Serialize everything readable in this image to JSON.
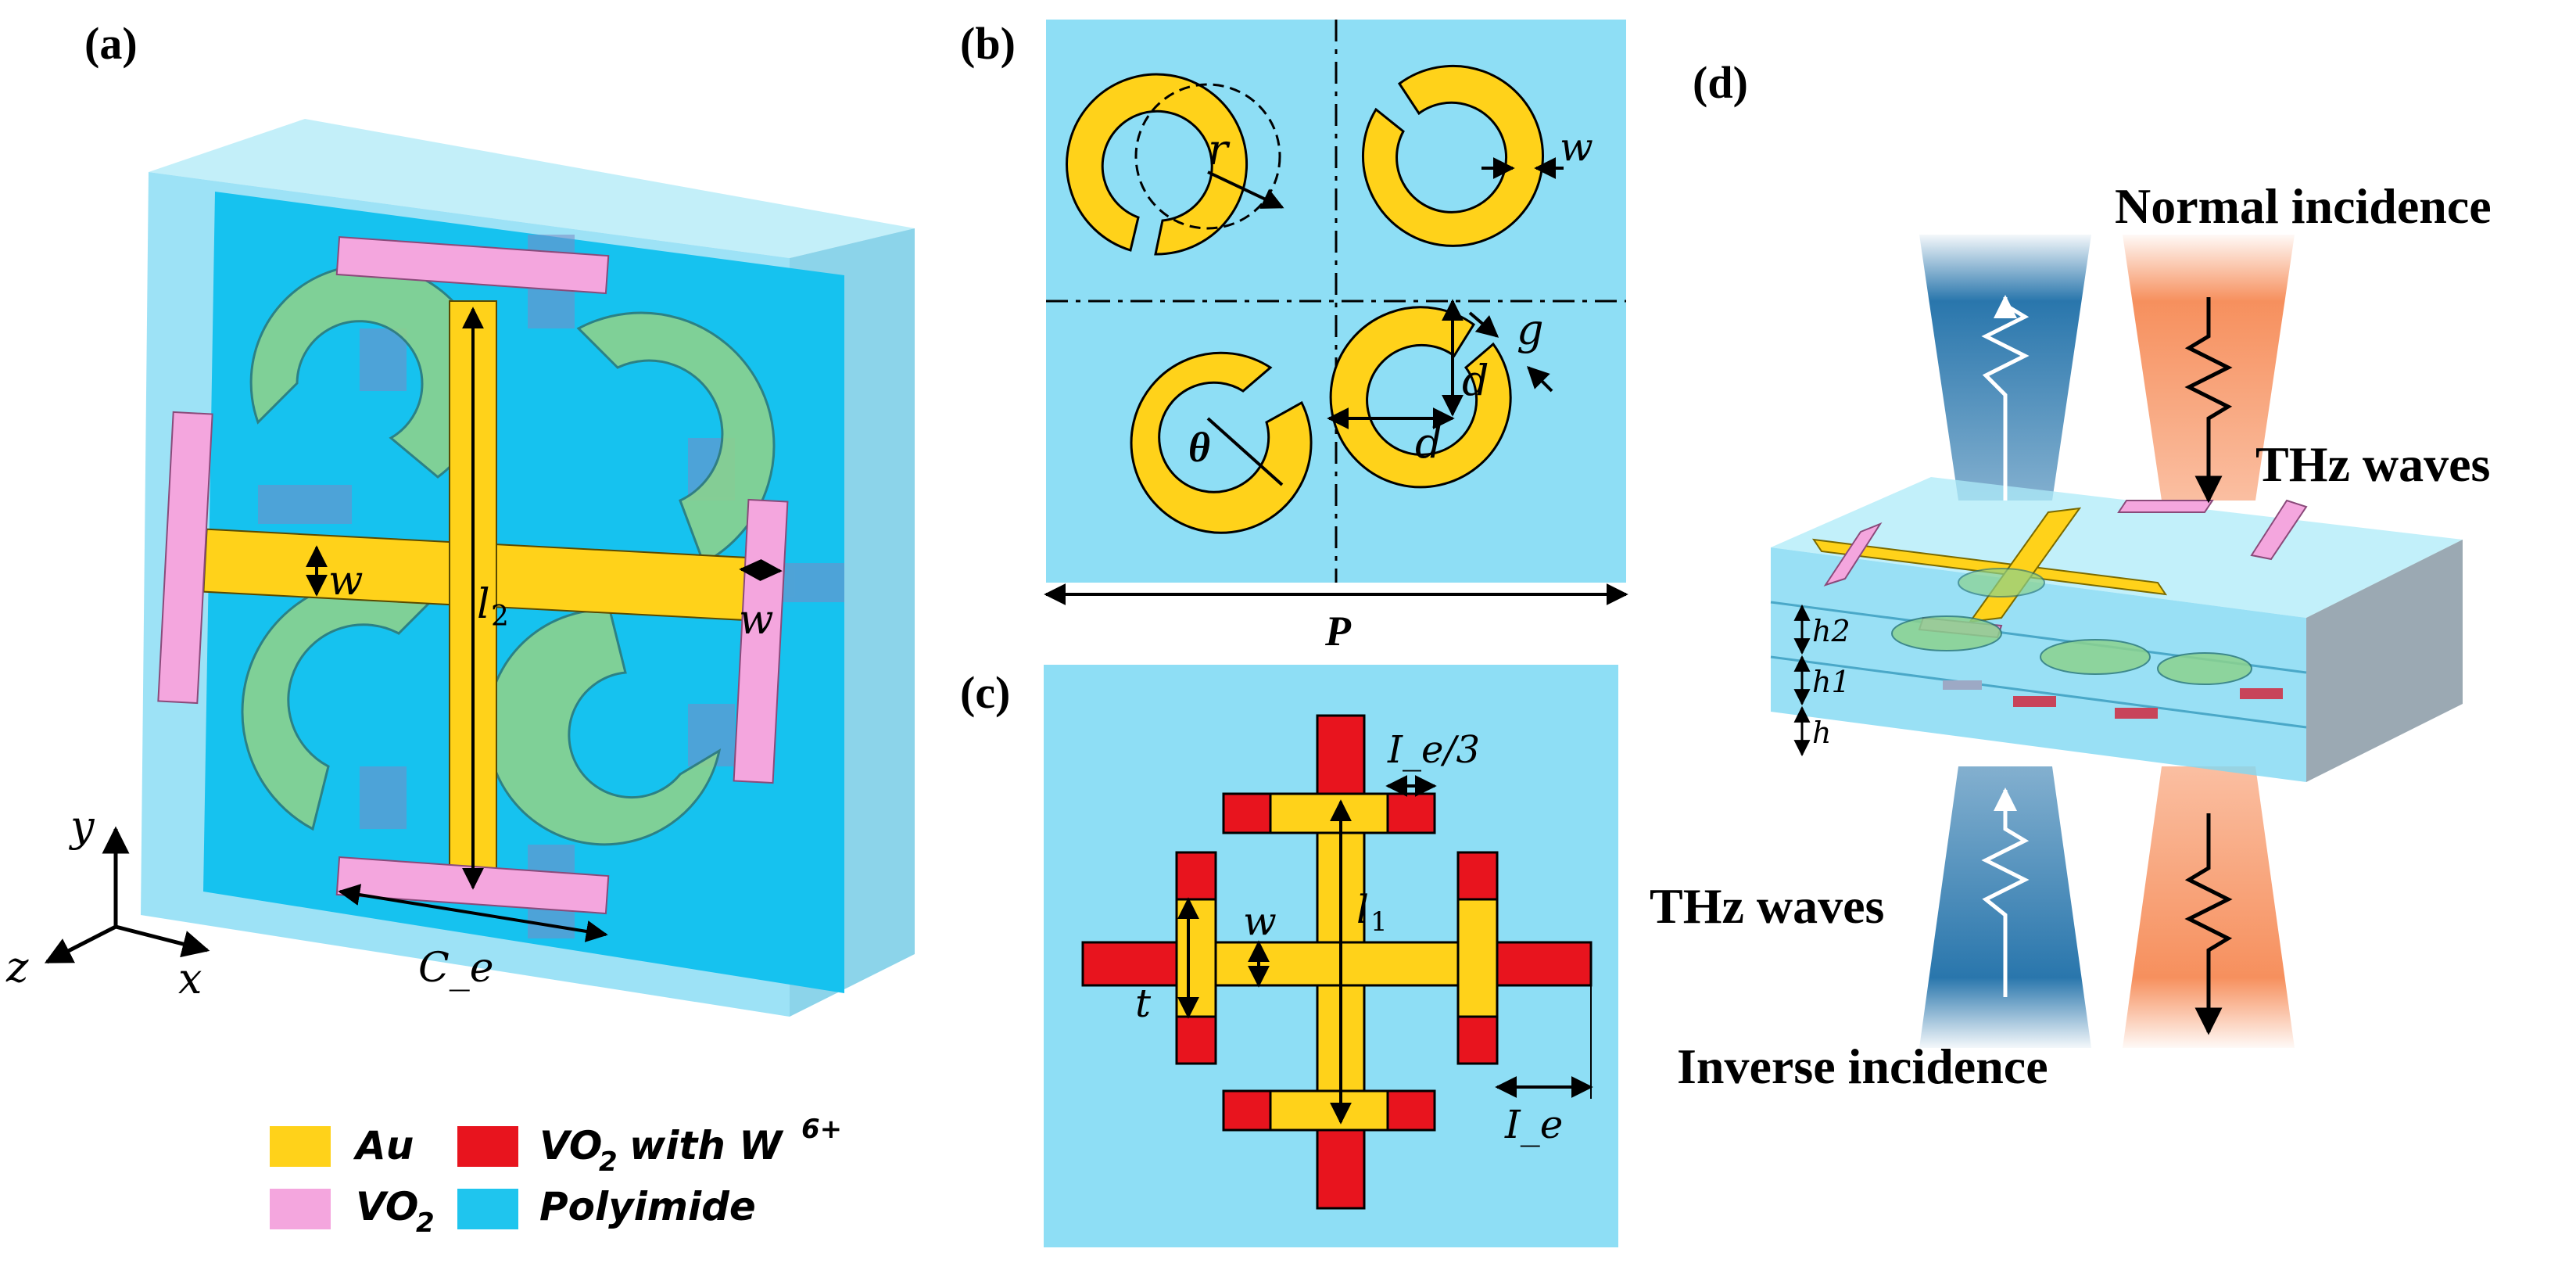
{
  "panels": {
    "a": "(a)",
    "b": "(b)",
    "c": "(c)",
    "d": "(d)"
  },
  "panel_a": {
    "w_top": "w",
    "w_right": "w",
    "l2": "l",
    "l2_sub": "2",
    "ce": "C_e",
    "axis_y": "y",
    "axis_x": "x",
    "axis_z": "z"
  },
  "panel_b": {
    "r": "r",
    "w": "w",
    "g": "g",
    "d_vert": "d",
    "d_horiz": "d",
    "theta": "θ",
    "P": "P"
  },
  "panel_c": {
    "ie3": "I_e/3",
    "w": "w",
    "l1": "l",
    "l1_sub": "1",
    "t": "t",
    "ie": "I_e"
  },
  "panel_d": {
    "normal": "Normal incidence",
    "thz_top": "THz waves",
    "thz_bottom": "THz waves",
    "inverse": "Inverse incidence",
    "h2": "h2",
    "h1": "h1",
    "h": "h"
  },
  "legend": {
    "au": "Au",
    "vo2_main": "VO",
    "vo2_sub": "2",
    "vo2w_main": "VO",
    "vo2w_sub": "2",
    "vo2w_with": "with W",
    "vo2w_sup": "6+",
    "polyimide": "Polyimide"
  },
  "colors": {
    "au": "#FFD21A",
    "vo2": "#F4A6DE",
    "vo2_w": "#E8141E",
    "polyimide": "#1FC5EE",
    "substrate_light": "#8EDEF5",
    "beam_blue": "#1E6FA8",
    "beam_orange": "#F68A55"
  }
}
